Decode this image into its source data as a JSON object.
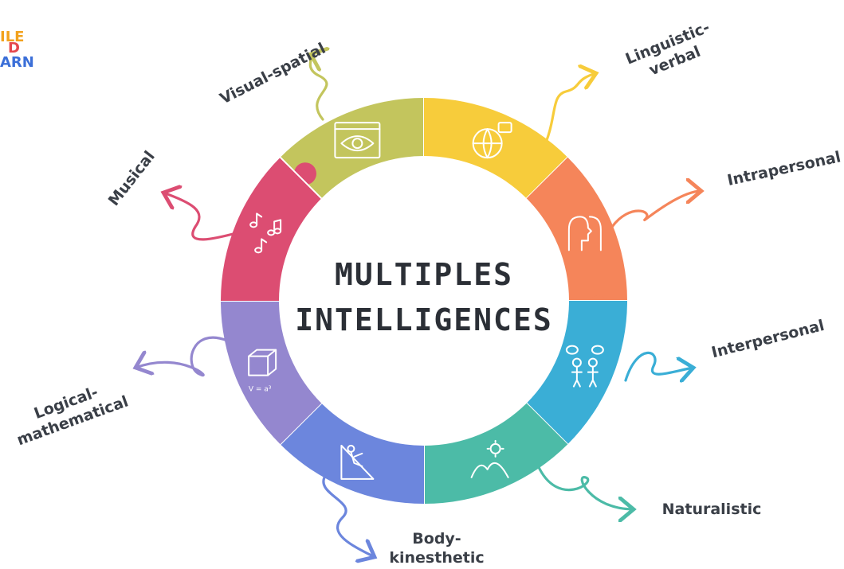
{
  "title": {
    "line1": "MULTIPLES",
    "line2": "INTELLIGENCES"
  },
  "logo": {
    "line1": "ILE",
    "line2": "D",
    "line3": "ARN"
  },
  "segments": [
    {
      "id": "visual-spatial",
      "label_lines": [
        "Visual-spatial"
      ],
      "color": "#c3c55d",
      "icon": "eye-window-icon"
    },
    {
      "id": "linguistic-verbal",
      "label_lines": [
        "Linguistic-",
        "verbal"
      ],
      "color": "#f7cc3b",
      "icon": "globe-speech-icon"
    },
    {
      "id": "intrapersonal",
      "label_lines": [
        "Intrapersonal"
      ],
      "color": "#f5855a",
      "icon": "heads-icon"
    },
    {
      "id": "interpersonal",
      "label_lines": [
        "Interpersonal"
      ],
      "color": "#3aaed6",
      "icon": "people-talking-icon"
    },
    {
      "id": "naturalistic",
      "label_lines": [
        "Naturalistic"
      ],
      "color": "#4cbba7",
      "icon": "mountain-sun-icon"
    },
    {
      "id": "body-kinesthetic",
      "label_lines": [
        "Body-",
        "kinesthetic"
      ],
      "color": "#6c86dd",
      "icon": "climbing-icon"
    },
    {
      "id": "logical-mathematical",
      "label_lines": [
        "Logical-",
        "mathematical"
      ],
      "color": "#9487cf",
      "icon": "cube-formula-icon"
    },
    {
      "id": "musical",
      "label_lines": [
        "Musical"
      ],
      "color": "#dc4d72",
      "icon": "music-notes-icon"
    }
  ],
  "icon_text": {
    "formula": "V = a³"
  }
}
